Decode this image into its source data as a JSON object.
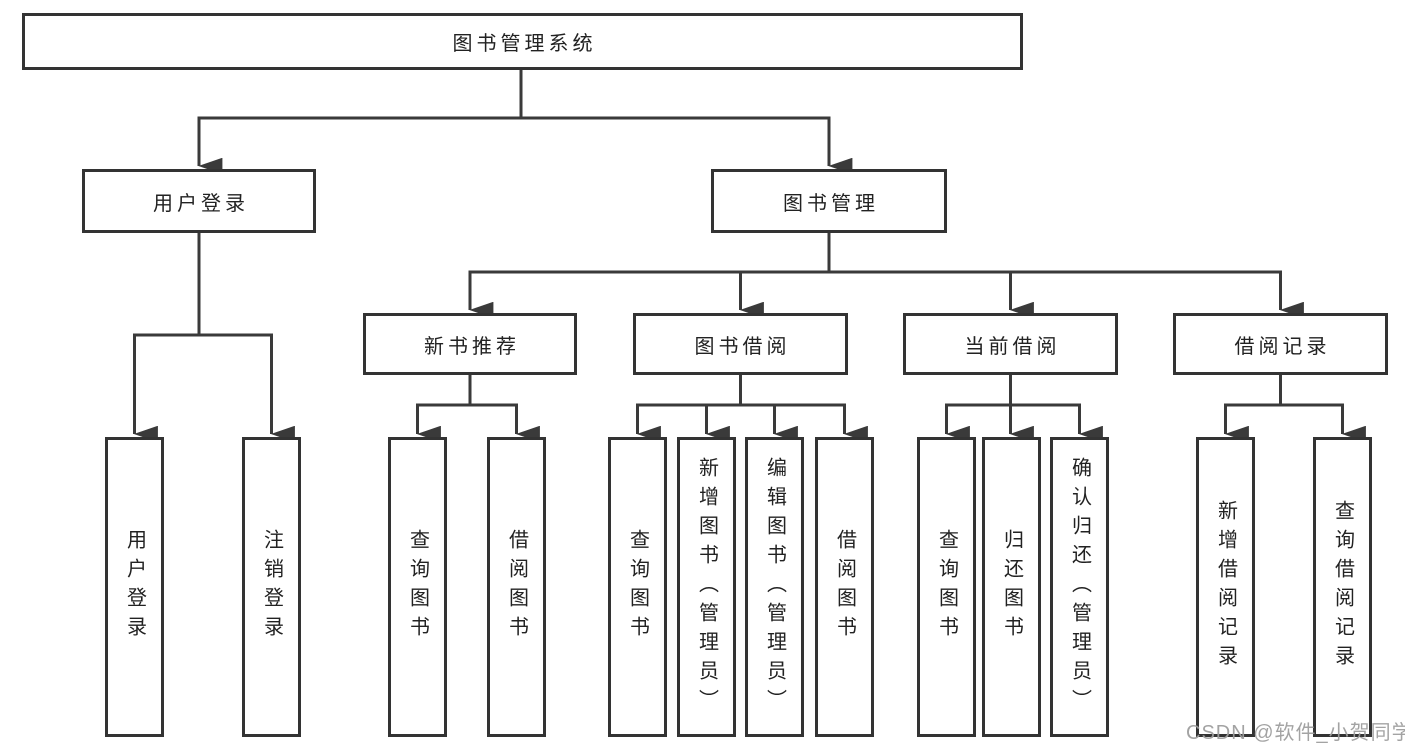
{
  "tree": {
    "root": {
      "label": "图书管理系统"
    },
    "branches": [
      {
        "label": "用户登录",
        "children": [
          {
            "label": "用户登录"
          },
          {
            "label": "注销登录"
          }
        ]
      },
      {
        "label": "图书管理",
        "groups": [
          {
            "label": "新书推荐",
            "children": [
              {
                "label": "查询图书"
              },
              {
                "label": "借阅图书"
              }
            ]
          },
          {
            "label": "图书借阅",
            "children": [
              {
                "label": "查询图书"
              },
              {
                "label": "新增图书（管理员）"
              },
              {
                "label": "编辑图书（管理员）"
              },
              {
                "label": "借阅图书"
              }
            ]
          },
          {
            "label": "当前借阅",
            "children": [
              {
                "label": "查询图书"
              },
              {
                "label": "归还图书"
              },
              {
                "label": "确认归还（管理员）"
              }
            ]
          },
          {
            "label": "借阅记录",
            "children": [
              {
                "label": "新增借阅记录"
              },
              {
                "label": "查询借阅记录"
              }
            ]
          }
        ]
      }
    ]
  },
  "watermark": {
    "text": "CSDN @软件_小贺同学"
  },
  "colors": {
    "background": "#ffffff",
    "line": "#3a3a3a",
    "box_border": "#333333",
    "box_fill": "#ffffff",
    "text": "#222222",
    "watermark": "#9e9e9e"
  }
}
